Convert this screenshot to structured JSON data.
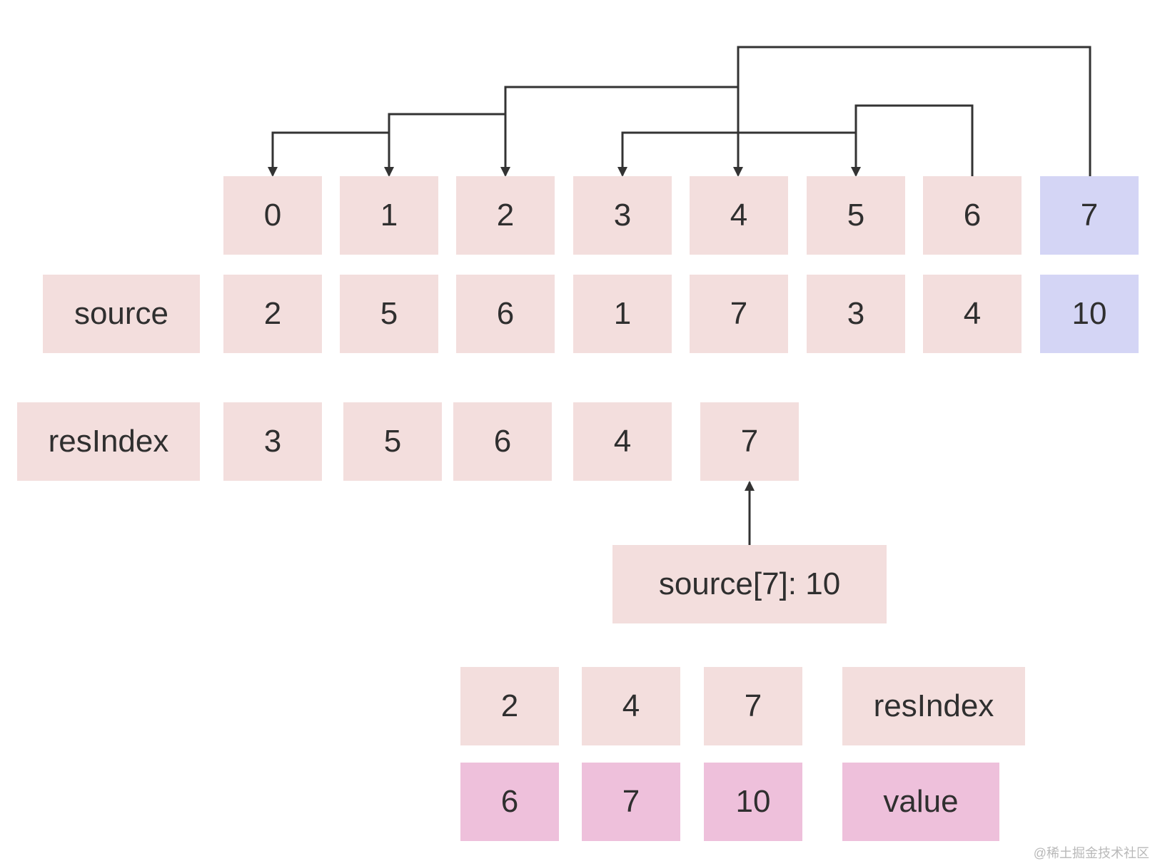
{
  "index_row": [
    "0",
    "1",
    "2",
    "3",
    "4",
    "5",
    "6",
    "7"
  ],
  "source_row": {
    "label": "source",
    "values": [
      "2",
      "5",
      "6",
      "1",
      "7",
      "3",
      "4",
      "10"
    ]
  },
  "resindex_row": {
    "label": "resIndex",
    "values": [
      "3",
      "5",
      "6",
      "4",
      "7"
    ]
  },
  "current_item": "source[7]: 10",
  "result_index": {
    "values": [
      "2",
      "4",
      "7"
    ],
    "label": "resIndex"
  },
  "result_value": {
    "values": [
      "6",
      "7",
      "10"
    ],
    "label": "value"
  },
  "watermark": "@稀土掘金技术社区",
  "colors": {
    "normal": "#f3dedd",
    "highlight": "#d4d5f5",
    "value": "#eec0db",
    "line": "#333333"
  }
}
